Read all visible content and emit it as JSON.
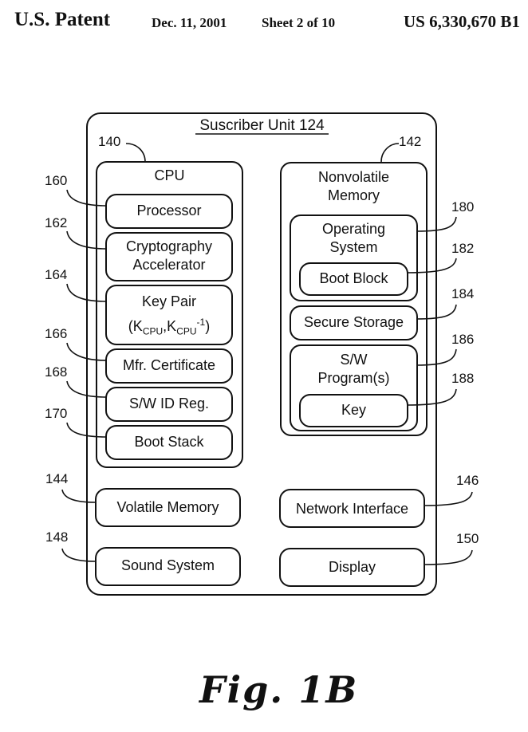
{
  "header": {
    "title": "U.S. Patent",
    "date": "Dec. 11, 2001",
    "sheet": "Sheet 2 of 10",
    "patent_number": "US 6,330,670 B1"
  },
  "figure": {
    "title": "Suscriber Unit 124",
    "caption": "Fig. 1B",
    "cpu": {
      "ref": "140",
      "label": "CPU",
      "items": [
        {
          "ref": "160",
          "label": "Processor"
        },
        {
          "ref": "162",
          "label_line1": "Cryptography",
          "label_line2": "Accelerator"
        },
        {
          "ref": "164",
          "label_line1": "Key Pair",
          "k": "K",
          "sub": "CPU",
          "sup": "-1"
        },
        {
          "ref": "166",
          "label": "Mfr. Certificate"
        },
        {
          "ref": "168",
          "label": "S/W ID Reg."
        },
        {
          "ref": "170",
          "label": "Boot Stack"
        }
      ]
    },
    "nonvolatile": {
      "ref": "142",
      "label_line1": "Nonvolatile",
      "label_line2": "Memory",
      "os": {
        "ref": "180",
        "label_line1": "Operating",
        "label_line2": "System"
      },
      "boot_block": {
        "ref": "182",
        "label": "Boot Block"
      },
      "secure_storage": {
        "ref": "184",
        "label": "Secure Storage"
      },
      "sw_programs": {
        "ref": "186",
        "label_line1": "S/W",
        "label_line2": "Program(s)"
      },
      "key": {
        "ref": "188",
        "label": "Key"
      }
    },
    "volatile_memory": {
      "ref": "144",
      "label": "Volatile Memory"
    },
    "network_interface": {
      "ref": "146",
      "label": "Network Interface"
    },
    "sound_system": {
      "ref": "148",
      "label": "Sound System"
    },
    "display": {
      "ref": "150",
      "label": "Display"
    }
  }
}
